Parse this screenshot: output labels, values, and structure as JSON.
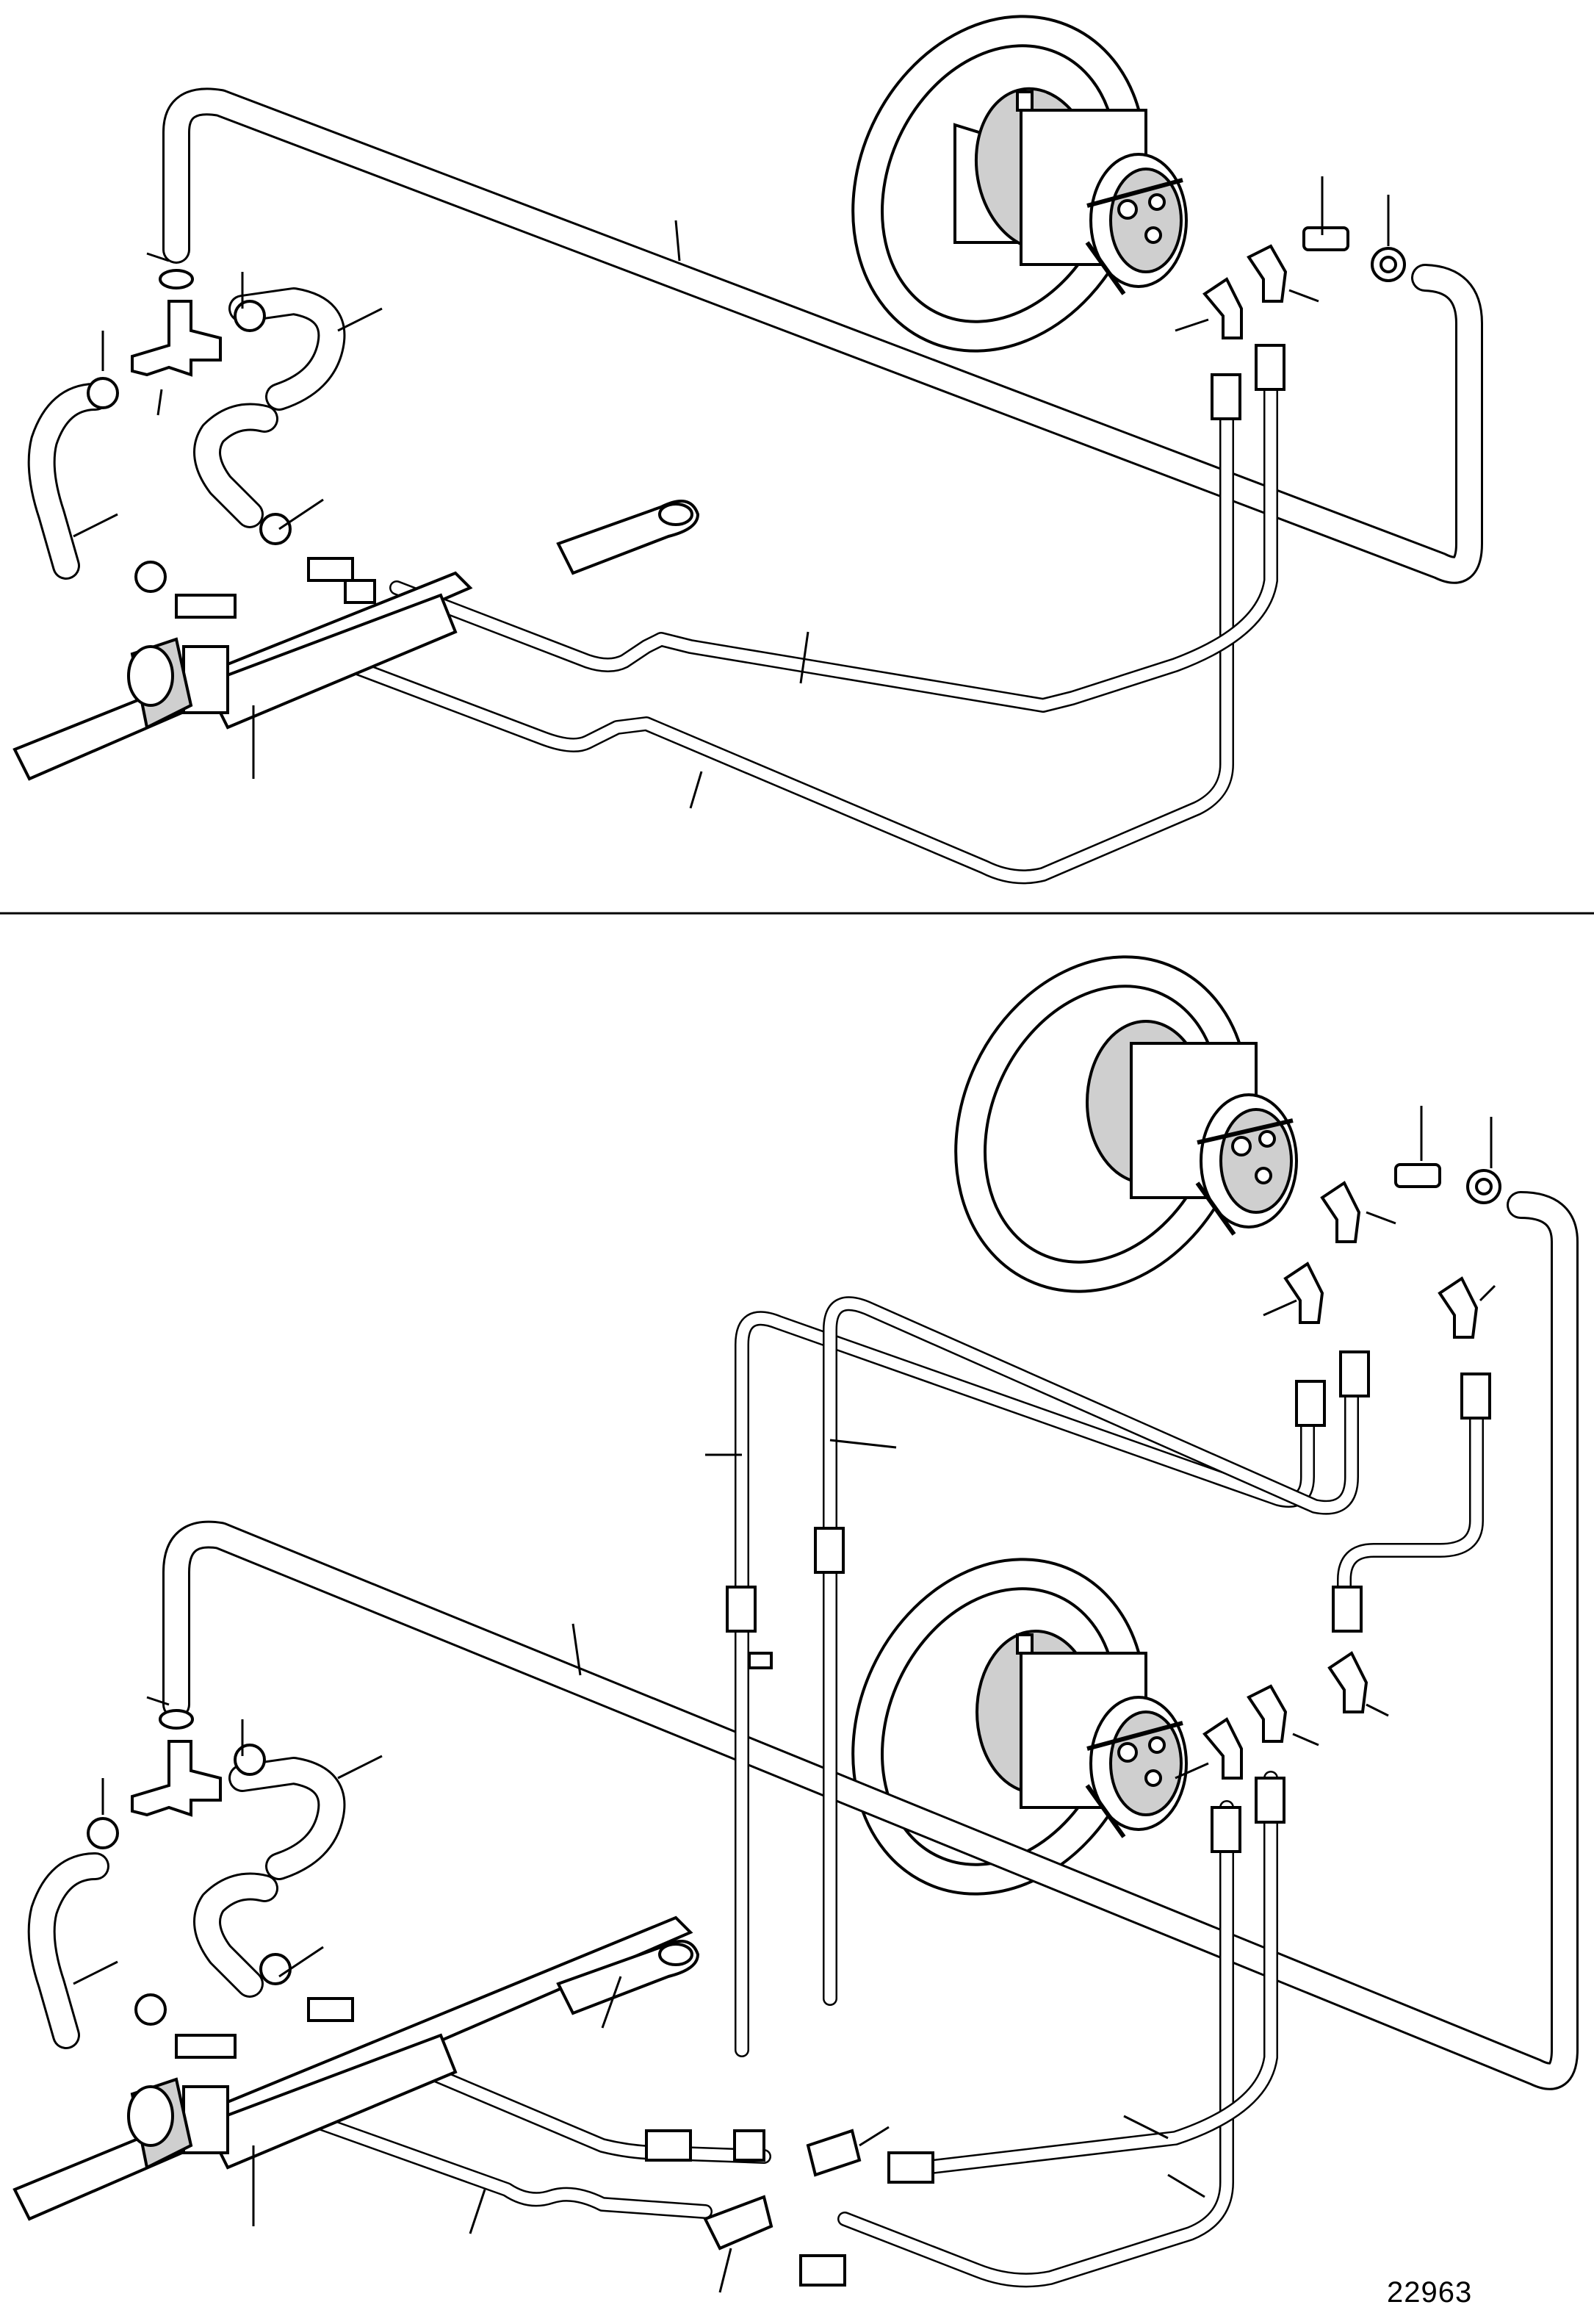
{
  "figure": {
    "number": "22963",
    "panels": [
      "single-station-steering-installation",
      "dual-station-steering-installation"
    ]
  },
  "icons": {
    "helm": "steering-helm-pump-icon",
    "cylinder": "steering-cylinder-icon",
    "tee": "tee-fitting-icon",
    "elbow": "elbow-fitting-icon",
    "clamp": "hose-clamp-icon",
    "connector": "tube-connector-icon"
  }
}
